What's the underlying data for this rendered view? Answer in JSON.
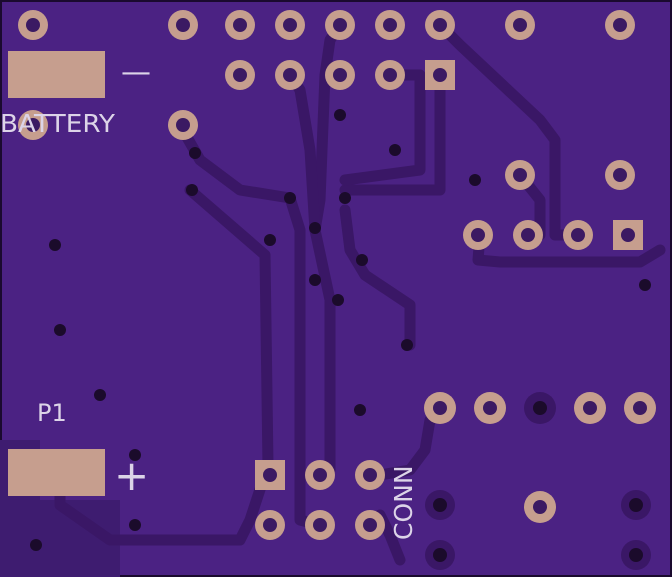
{
  "board": {
    "colors": {
      "board": "#4b2283",
      "trace": "#3a1766",
      "pad": "#c69e8e",
      "drill": "#1b0b2b",
      "silkscreen": "#dcd4e8",
      "edge": "#1a0a2e"
    }
  },
  "labels": {
    "battery": "BATTERY",
    "minus": "—",
    "p1": "P1",
    "plus": "+",
    "conn": "CONN"
  }
}
